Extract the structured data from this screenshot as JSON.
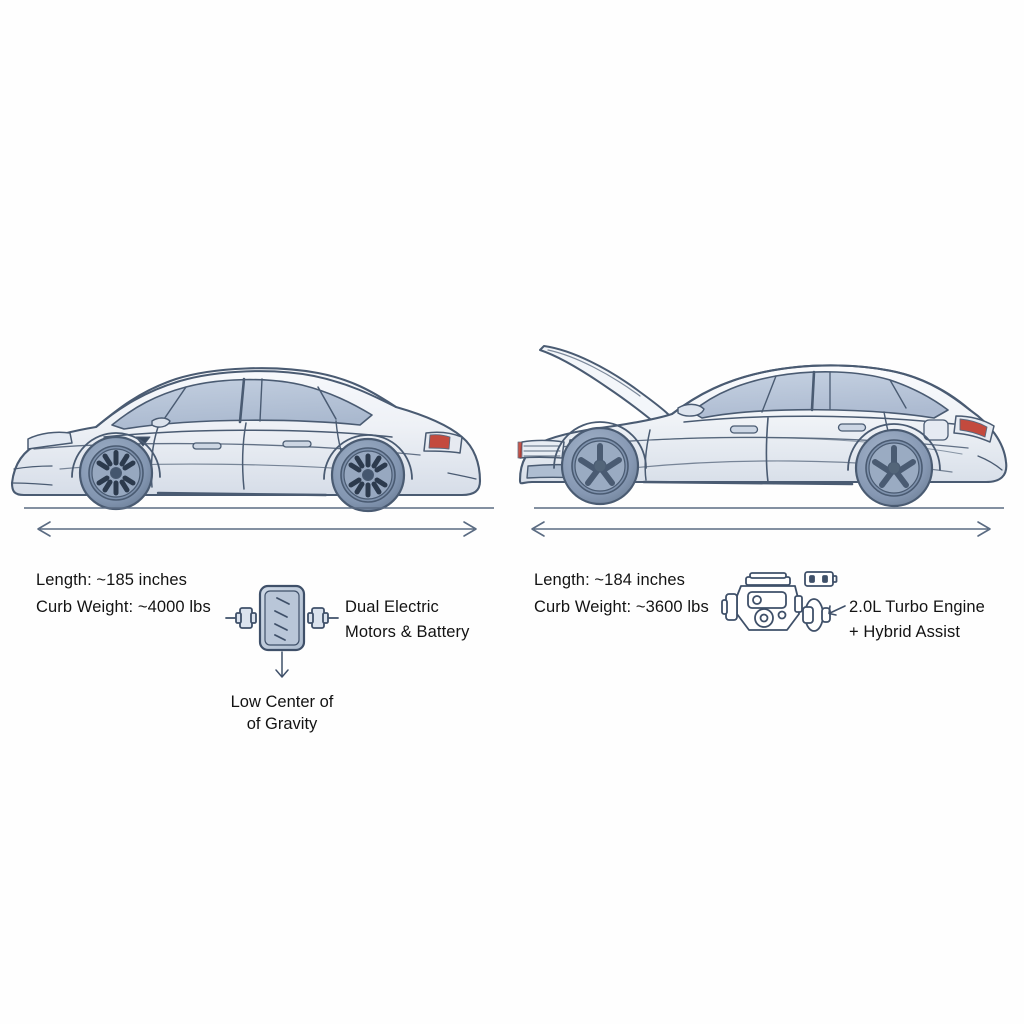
{
  "meta": {
    "title": "Electric Sedan vs Hybrid Sedan Comparison Diagram",
    "background_color": "#fefefe",
    "line_color": "#4a5b72",
    "accent_body_color": "#dde3ec",
    "taillight_color": "#c0392b",
    "text_color": "#131313"
  },
  "left_panel": {
    "vehicle_name": "electric-sedan",
    "dimension_arrow": {
      "label": "length-dimension-arrow"
    },
    "specs": [
      "Length: ~185 inches",
      "Curb Weight: ~4000 lbs"
    ],
    "powertrain_icon": "battery-with-dual-motors-icon",
    "powertrain_callout": [
      "Dual Electric",
      "Motors & Battery"
    ],
    "center_of_gravity_callout": [
      "Low Center of",
      "of Gravity"
    ]
  },
  "right_panel": {
    "vehicle_name": "hybrid-sedan-hood-open",
    "dimension_arrow": {
      "label": "length-dimension-arrow"
    },
    "specs": [
      "Length: ~184 inches",
      "Curb Weight: ~3600 lbs"
    ],
    "powertrain_icon": "combustion-engine-with-battery-icon",
    "powertrain_callout": [
      "2.0L Turbo Engine",
      "+ Hybrid Assist"
    ]
  }
}
